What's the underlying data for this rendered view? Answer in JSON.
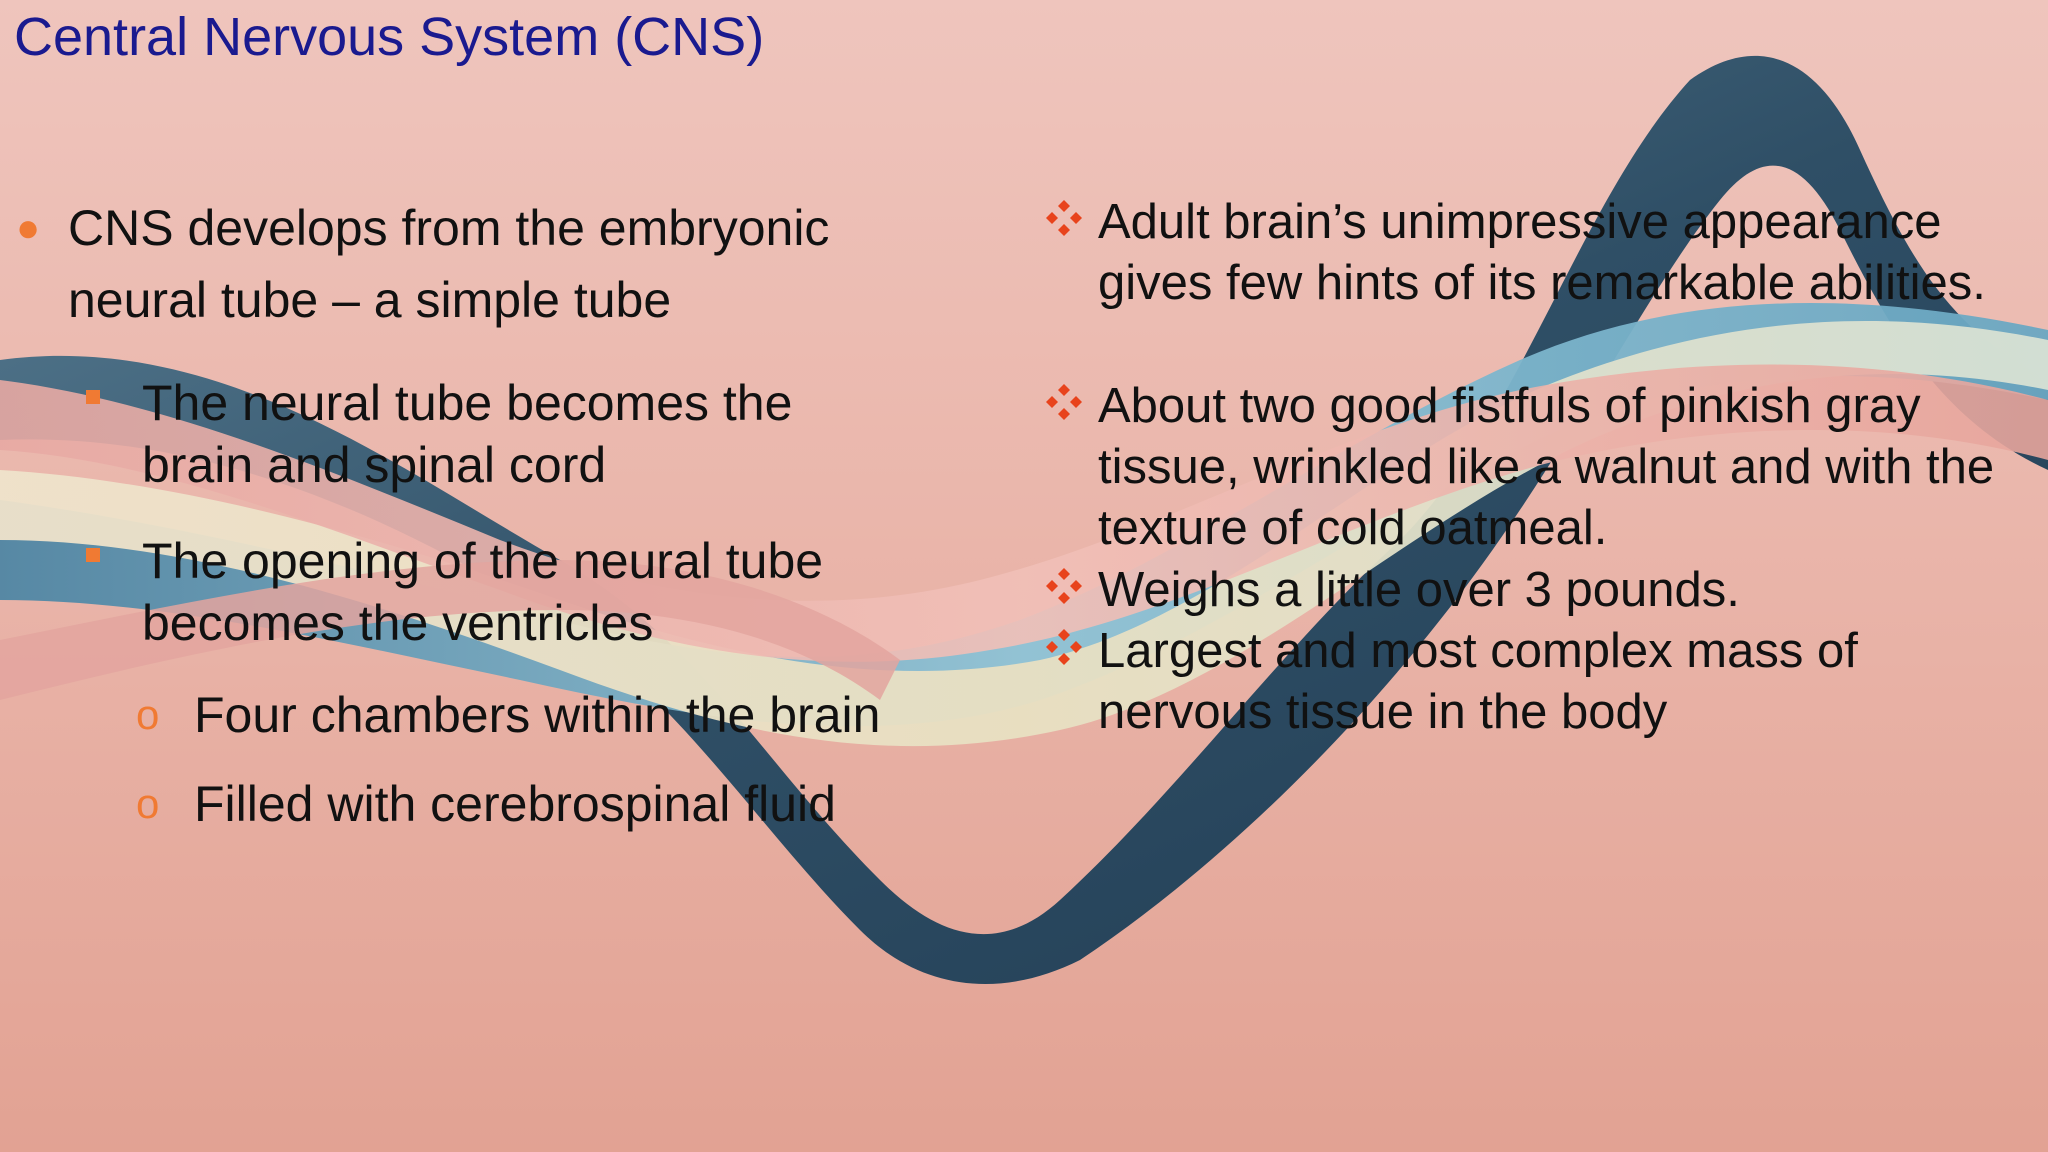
{
  "slide": {
    "title": "Central Nervous System (CNS)"
  },
  "left_column": {
    "main_bullet": {
      "icon": "round-bullet-icon",
      "text": "CNS develops from the embryonic neural tube – a simple tube"
    },
    "sub_bullets": [
      {
        "icon": "square-bullet-icon",
        "text": "The neural tube becomes the brain and spinal cord"
      },
      {
        "icon": "square-bullet-icon",
        "text": "The opening of the neural tube becomes the ventricles"
      }
    ],
    "sub_sub_bullets": [
      {
        "icon": "hollow-circle-bullet-icon",
        "marker": "o",
        "text": "Four chambers within the brain"
      },
      {
        "icon": "hollow-circle-bullet-icon",
        "marker": "o",
        "text": "Filled with cerebrospinal fluid"
      }
    ]
  },
  "right_column": {
    "bullets": [
      {
        "icon": "four-diamond-bullet-icon",
        "text": "Adult brain’s unimpressive appearance gives few hints of its remarkable abilities."
      },
      {
        "icon": "four-diamond-bullet-icon",
        "text": "About two good fistfuls of pinkish gray tissue, wrinkled like a walnut and with the texture of cold oatmeal."
      },
      {
        "icon": "four-diamond-bullet-icon",
        "text": "Weighs a little over 3 pounds."
      },
      {
        "icon": "four-diamond-bullet-icon",
        "text": "Largest and most complex mass of nervous tissue in the body"
      }
    ]
  },
  "colors": {
    "title": "#1a1a8f",
    "bullet_orange": "#f07a33",
    "bullet_red": "#e8431c",
    "body_text": "#111111"
  }
}
